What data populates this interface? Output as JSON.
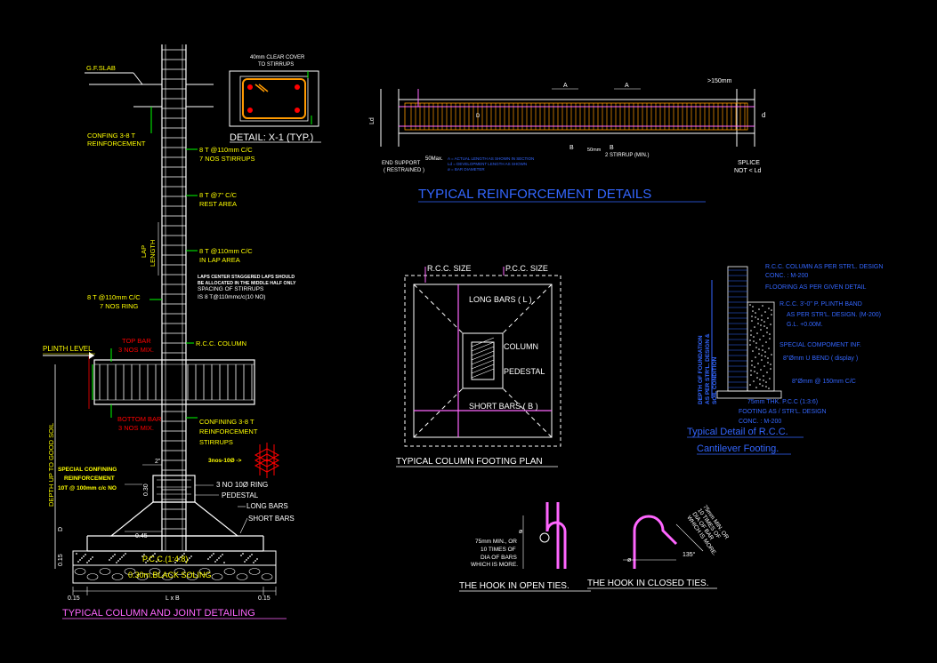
{
  "colors": {
    "background": "#000000",
    "white": "#ffffff",
    "yellow": "#ffff00",
    "green": "#00ff00",
    "red": "#ff0000",
    "blue": "#3366ff",
    "magenta": "#ff66ff",
    "cyan": "#00ffff",
    "orange": "#ff9900"
  },
  "column_detail": {
    "gf_slab": "G.F.SLAB",
    "confining_top": [
      "CONFING 3-8 T",
      "REINFORCEMENT"
    ],
    "stirrups_110": [
      "8 T @110mm C/C",
      "7 NOS STIRRUPS"
    ],
    "rest_area": [
      "8 T @7\" C/C",
      "REST AREA"
    ],
    "lap_length": [
      "LAP",
      "LENGTH"
    ],
    "lap_area": [
      "8 T @110mm C/C",
      "IN LAP AREA"
    ],
    "lap_note": [
      "LAPS CENTER STAGGERED LAPS SHOULD",
      "BE ALLOCATED IN THE MIDDLE HALF ONLY",
      "SPACING OF STIRRUPS",
      "IS 8 T@110mmc/c(10 NO)"
    ],
    "ring_110": [
      "8 T @110mm C/C",
      "7 NOS RING"
    ],
    "rcc_column": "R.C.C. COLUMN",
    "plinth_level": "PLINTH LEVEL",
    "top_bar": [
      "TOP BAR",
      "3 NOS MIX."
    ],
    "bottom_bar": [
      "BOTTOM BAR",
      "3 NOS MIX."
    ],
    "confining_bottom": [
      "CONFINING 3-8 T",
      "REINFORCEMENT",
      "STIRRUPS"
    ],
    "depth_up": "DEPTH UP TO GOOD SOIL",
    "special_confining": [
      "SPECIAL CONFINING",
      "REINFORCEMENT",
      "10T @ 100mm c/c NO"
    ],
    "ring_note": "3 NO 10Ø RING",
    "pedestal": "PEDESTAL",
    "long_bars": "LONG BARS",
    "short_bars": "SHORT BARS",
    "dim_2": "2\"",
    "dim_030": "0.30",
    "dim_045": "0.45",
    "dim_D": "D",
    "dim_015_v": "0.15",
    "pcc": "P.C.C.(1:4:8)",
    "soling": "0.30m.BLACK SOLING",
    "dim_015_l": "0.15",
    "dim_lxb": "L x B",
    "dim_015_r": "0.15",
    "title": "TYPICAL COLUMN AND JOINT DETAILING",
    "ring_callout": "3nos-10Ø ->"
  },
  "detail_x1": {
    "cover": [
      "40mm CLEAR COVER",
      "TO STIRRUPS"
    ],
    "title": "DETAIL: X-1 (TYP.)"
  },
  "beam_detail": {
    "dim_150": ">150mm",
    "label_A1": "A",
    "label_A2": "A",
    "label_B1": "B",
    "label_B2": "B",
    "label_Ld": "Ld",
    "label_d": "d",
    "label_D": "D",
    "end_support": [
      "END SUPPORT",
      "( RESTRAINED )"
    ],
    "dim_50": "50Max.",
    "notes": [
      "A = ACTUAL LENGTH AS SHOWN IN SECTION",
      "Ld = DEVELOPMENT LENGTH AS SHOWN",
      "ø = BAR DIAMETER"
    ],
    "stirrup_min": "2 STIRRUP (MIN.)",
    "dim_50mm": "50mm",
    "splice": [
      "SPLICE",
      "NOT < Ld"
    ],
    "title": "TYPICAL REINFORCEMENT DETAILS"
  },
  "footing_plan": {
    "rcc_size": "R.C.C. SIZE",
    "pcc_size": "P.C.C. SIZE",
    "long_bars": "LONG BARS ( L )",
    "column": "COLUMN",
    "pedestal": "PEDESTAL",
    "short_bars": "SHORT BARS ( B )",
    "title": "TYPICAL COLUMN FOOTING PLAN"
  },
  "cantilever": {
    "notes": [
      "R.C.C. COLUMN AS PER STR'L. DESIGN",
      "CONC. : M-200",
      "FLOORING AS PER GIVEN DETAIL",
      "R.C.C. 3'-0\" P. PLINTH BAND",
      "AS PER STR'L. DESIGN. (M-200)",
      "G.L. +0.00M.",
      "SPECIAL COMPOMENT INF.",
      "8\"Ømm U BEND ( display )",
      "8\"Ømm @ 150mm C/C",
      "75mm THK. P.C.C (1:3:6)",
      "FOOTING AS / STR'L. DESIGN",
      "CONC. : M-200"
    ],
    "depth_label": [
      "DEPTH OF FOUNDATION",
      "AS PER STR'L. DESIGN &",
      "SOIL CONDITION"
    ],
    "title1": "Typical Detail of R.C.C.",
    "title2": "Cantilever Footing."
  },
  "hook_open": {
    "note": [
      "75mm MIN., OR",
      "10 TIMES OF",
      "DIA OF BARS",
      "WHICH IS MORE."
    ],
    "phi": "ø",
    "title": "THE HOOK IN OPEN TIES."
  },
  "hook_closed": {
    "note": [
      "75mm MIN. OR",
      "10 TIMES OF",
      "DIA OF BAR",
      "WHICH IS MORE."
    ],
    "angle": "135°",
    "phi": "ø",
    "title": "THE HOOK IN CLOSED TIES."
  }
}
